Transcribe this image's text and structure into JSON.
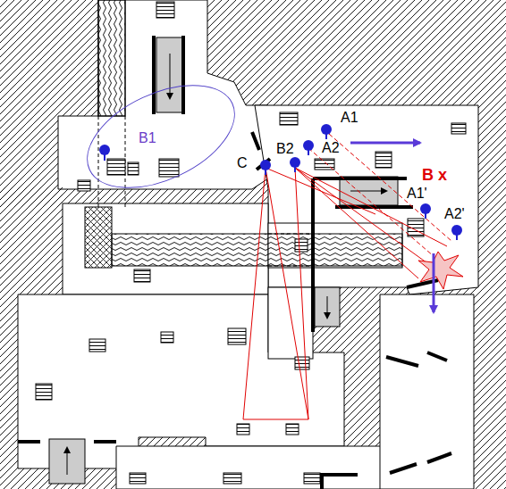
{
  "diagram": {
    "nodes": [
      {
        "text": [
          "B1"
        ]
      }
    ],
    "labels": [
      "A1",
      "A2",
      "B2",
      "C",
      "B x",
      "A1'",
      "A2'"
    ]
  }
}
